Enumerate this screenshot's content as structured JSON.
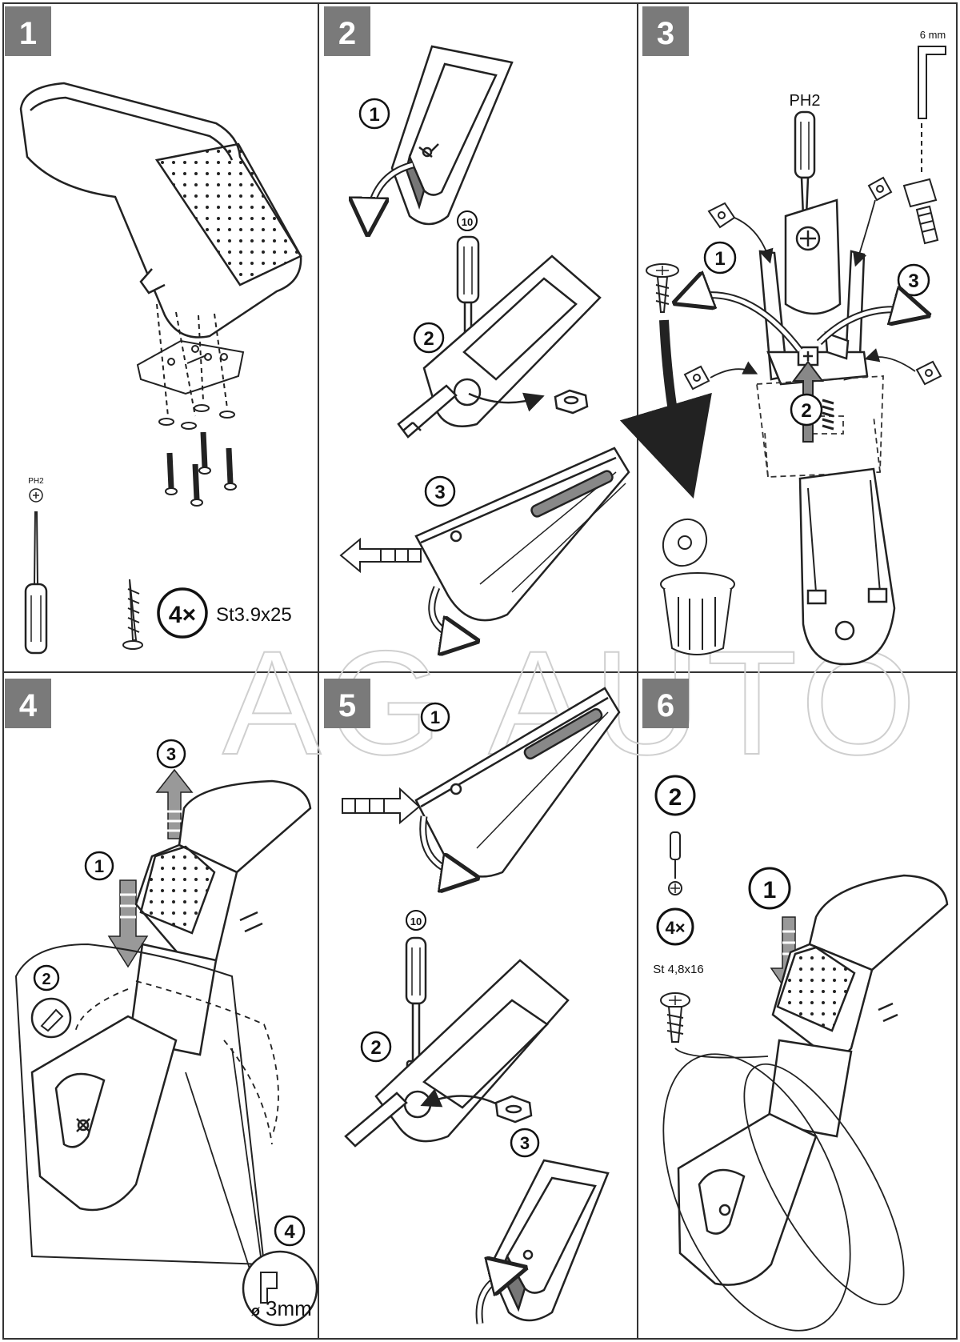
{
  "watermark": "AG AUTO",
  "panels": [
    {
      "number": "1",
      "ph2_label": "PH2",
      "screw_count": "4×",
      "screw_spec": "St3.9x25"
    },
    {
      "number": "2",
      "step_markers": [
        "1",
        "2",
        "3"
      ],
      "wrench_size": "10",
      "blade_mark": "10"
    },
    {
      "number": "3",
      "hex_key": "6 mm",
      "driver_label": "PH2",
      "step_markers": [
        "1",
        "2",
        "3"
      ]
    },
    {
      "number": "4",
      "step_markers": [
        "1",
        "2",
        "3",
        "4"
      ],
      "drill_size": "3mm",
      "diameter_symbol": "ø"
    },
    {
      "number": "5",
      "step_markers": [
        "1",
        "2",
        "3"
      ],
      "wrench_size": "10",
      "blade_mark": "10"
    },
    {
      "number": "6",
      "step_markers": [
        "1",
        "2"
      ],
      "screw_count": "4×",
      "screw_spec": "St 4,8x16"
    }
  ]
}
